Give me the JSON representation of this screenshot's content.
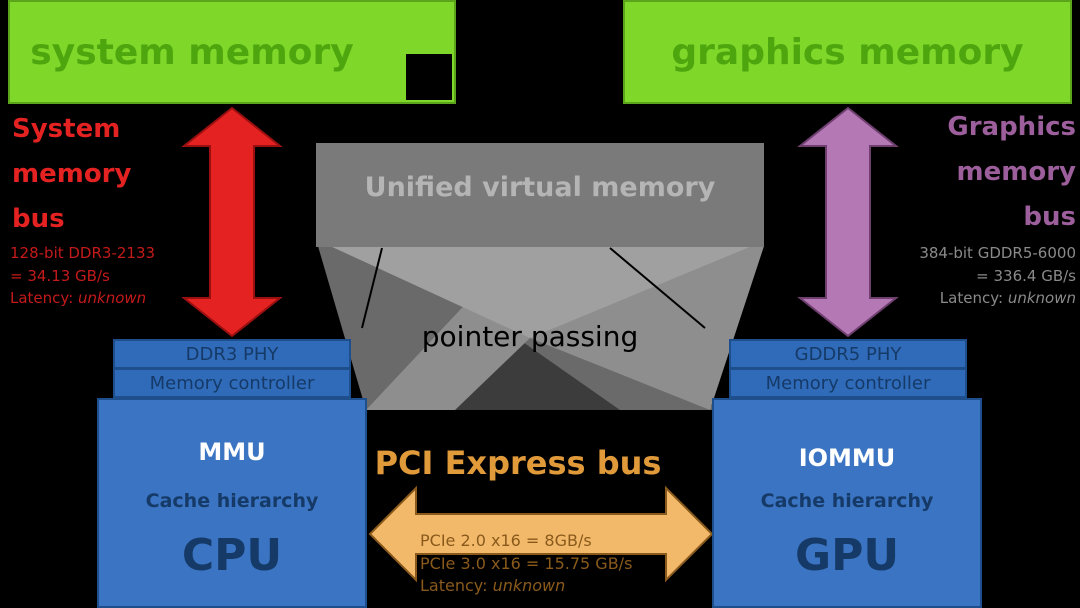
{
  "memory": {
    "system": "system memory",
    "graphics": "graphics memory"
  },
  "system_bus": {
    "title_line1": "System",
    "title_line2": "memory",
    "title_line3": "bus",
    "spec_line1": "128-bit DDR3-2133",
    "spec_line2": "= 34.13 GB/s",
    "latency_label": "Latency: ",
    "latency_value": "unknown"
  },
  "graphics_bus": {
    "title_line1": "Graphics",
    "title_line2": "memory",
    "title_line3": "bus",
    "spec_line1": "384-bit GDDR5-6000",
    "spec_line2": "= 336.4 GB/s",
    "latency_label": "Latency: ",
    "latency_value": "unknown"
  },
  "unified": {
    "label": "Unified virtual memory",
    "pointer_label": "pointer passing"
  },
  "cpu": {
    "phy": "DDR3 PHY",
    "controller": "Memory controller",
    "mmu": "MMU",
    "cache": "Cache hierarchy",
    "name": "CPU"
  },
  "gpu": {
    "phy": "GDDR5 PHY",
    "controller": "Memory controller",
    "mmu": "IOMMU",
    "cache": "Cache hierarchy",
    "name": "GPU"
  },
  "pci": {
    "title": "PCI Express bus",
    "spec_line1": "PCIe 2.0 x16 = 8GB/s",
    "spec_line2": "PCIe 3.0 x16 = 15.75 GB/s",
    "latency_label": "Latency: ",
    "latency_value": "unknown"
  },
  "colors": {
    "memory_green": "#7fd72a",
    "system_bus_red": "#e52222",
    "graphics_bus_purple": "#b478b4",
    "chip_blue": "#3a74c2",
    "pci_orange": "#f2b96a",
    "uvm_gray": "#7a7a7a"
  }
}
